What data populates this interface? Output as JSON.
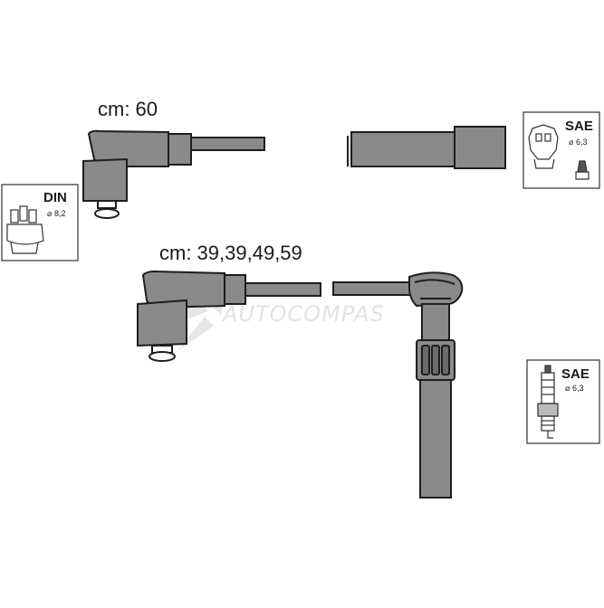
{
  "labels": {
    "cable1_length": "cm: 60",
    "cable2_length": "cm: 39,39,49,59"
  },
  "boxes": {
    "din": {
      "standard": "DIN",
      "diameter": "8,2"
    },
    "sae_distributor": {
      "standard": "SAE",
      "diameter": "6,3"
    },
    "sae_plug": {
      "standard": "SAE",
      "diameter": "6,3"
    }
  },
  "watermark": "AUTOCOMPAS",
  "colors": {
    "cable_fill": "#8a8a8a",
    "outline": "#1e1e1e",
    "watermark": "#e3e3e3"
  }
}
